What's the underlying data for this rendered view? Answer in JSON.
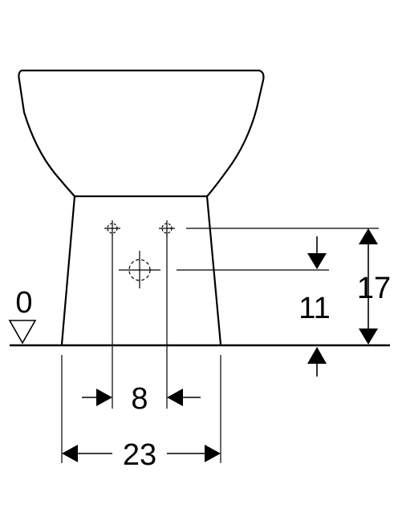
{
  "diagram": {
    "level_label": "0",
    "dimensions": {
      "upper_fixing_height": "17",
      "center_height": "11",
      "fixing_spacing": "8",
      "foot_width": "23"
    },
    "colors": {
      "line": "#000000",
      "background": "#ffffff"
    }
  }
}
